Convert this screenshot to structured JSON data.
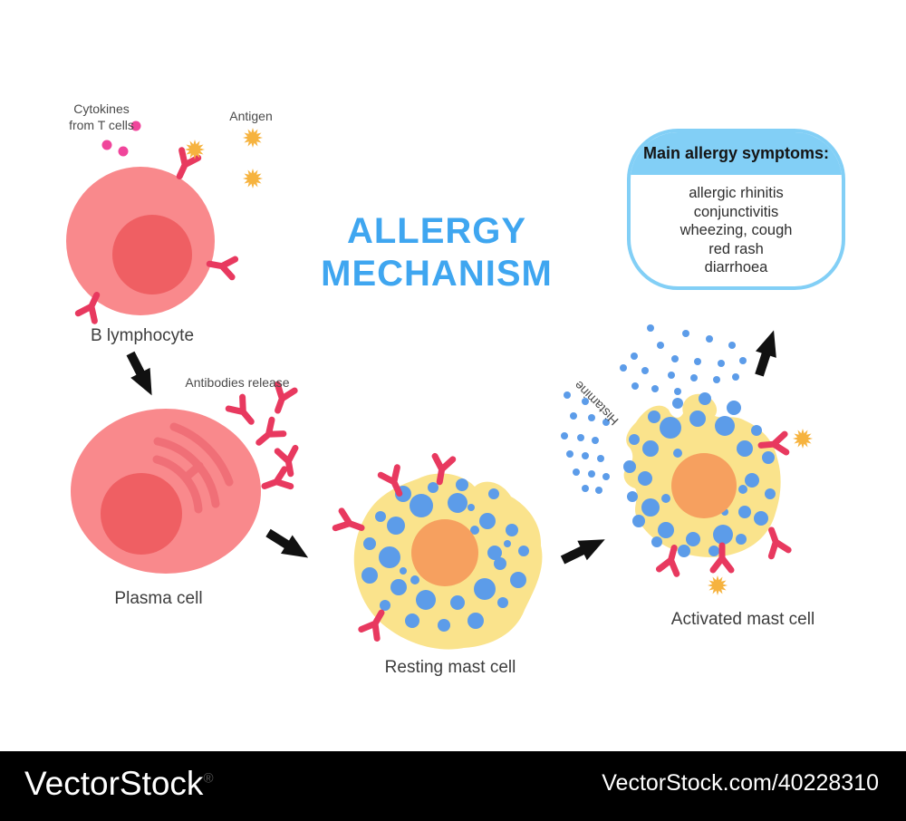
{
  "title": {
    "line1": "ALLERGY",
    "line2": "MECHANISM"
  },
  "labels": {
    "cytokines_line1": "Cytokines",
    "cytokines_line2": "from T cells",
    "antigen": "Antigen",
    "b_lymphocyte": "B lymphocyte",
    "antibodies_release": "Antibodies release",
    "plasma_cell": "Plasma cell",
    "resting_mast_cell": "Resting mast cell",
    "activated_mast_cell": "Activated mast cell",
    "histamine": "Histamine"
  },
  "symptoms_box": {
    "header": "Main allergy symptoms:",
    "items": [
      "allergic rhinitis",
      "conjunctivitis",
      "wheezing, cough",
      "red rash",
      "diarrhoea"
    ]
  },
  "watermark": {
    "brand": "VectorStock",
    "registered": "®",
    "credit": "VectorStock.com/40228310"
  },
  "colors": {
    "title_blue": "#3FA6F0",
    "symptoms_blue": "#82CFF6",
    "cell_pink": "#F9898C",
    "cell_nucleus_red": "#EF5F63",
    "er_pink": "#F06F77",
    "antibody_crimson": "#E8395F",
    "cytokine_magenta": "#F0459B",
    "antigen_orange": "#F6B33F",
    "mast_cell_yellow": "#FAE38C",
    "mast_nucleus_orange": "#F6A05F",
    "granule_blue": "#5C9CE9",
    "arrow_black": "#111111",
    "footer_black": "#000000"
  }
}
